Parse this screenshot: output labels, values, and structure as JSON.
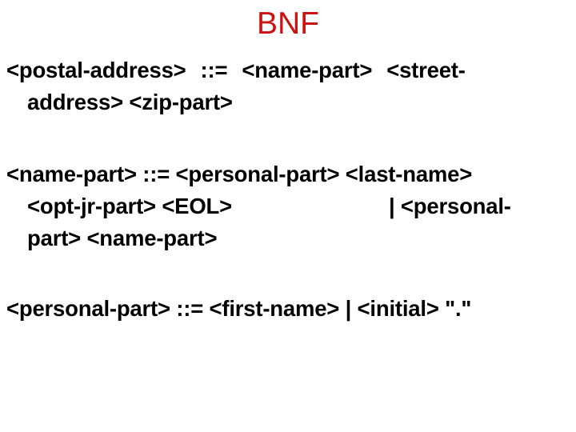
{
  "slide": {
    "background_color": "#ffffff",
    "title": {
      "text": "BNF",
      "color": "#cc1111"
    },
    "body_color": "#000000",
    "rules": [
      {
        "id": "postal-address",
        "lhs": "<postal-address>",
        "operator": "::=",
        "rhs": "<name-part> <street-address> <zip-part>",
        "lines": [
          {
            "segments": [
              "<postal-address>",
              "::=",
              "<name-part>",
              "<street-"
            ],
            "continuation": false
          },
          {
            "segments": [
              "address> <zip-part>"
            ],
            "continuation": true
          }
        ]
      },
      {
        "id": "name-part",
        "lhs": "<name-part>",
        "operator": "::=",
        "rhs": "<personal-part> <last-name> <opt-jr-part> <EOL> | <personal-part> <name-part>",
        "lines": [
          {
            "segments": [
              "<name-part> ::= <personal-part> <last-name>"
            ],
            "continuation": false
          },
          {
            "segments": [
              "<opt-jr-part> <EOL>",
              "| <personal-"
            ],
            "continuation": true
          },
          {
            "segments": [
              "part> <name-part>"
            ],
            "continuation": true
          }
        ]
      },
      {
        "id": "personal-part",
        "lhs": "<personal-part>",
        "operator": "::=",
        "rhs": "<first-name> | <initial> \".\"",
        "lines": [
          {
            "segments": [
              "<personal-part> ::= <first-name> | <initial> \".\""
            ],
            "continuation": false
          }
        ]
      }
    ]
  }
}
